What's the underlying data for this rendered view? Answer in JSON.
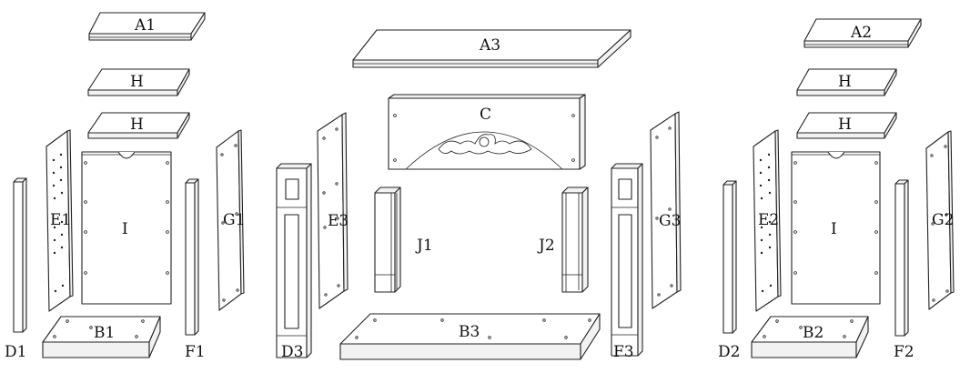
{
  "parts": {
    "A1": "A1",
    "A2": "A2",
    "A3": "A3",
    "H": "H",
    "C": "C",
    "I": "I",
    "E1": "E1",
    "E2": "E2",
    "E3": "E3",
    "G1": "G1",
    "G2": "G2",
    "G3": "G3",
    "D1": "D1",
    "D2": "D2",
    "D3": "D3",
    "F1": "F1",
    "F2": "F2",
    "F3": "F3",
    "J1": "J1",
    "J2": "J2",
    "B1": "B1",
    "B2": "B2",
    "B3": "B3"
  },
  "colors": {
    "line": "#222222",
    "background": "#ffffff"
  }
}
